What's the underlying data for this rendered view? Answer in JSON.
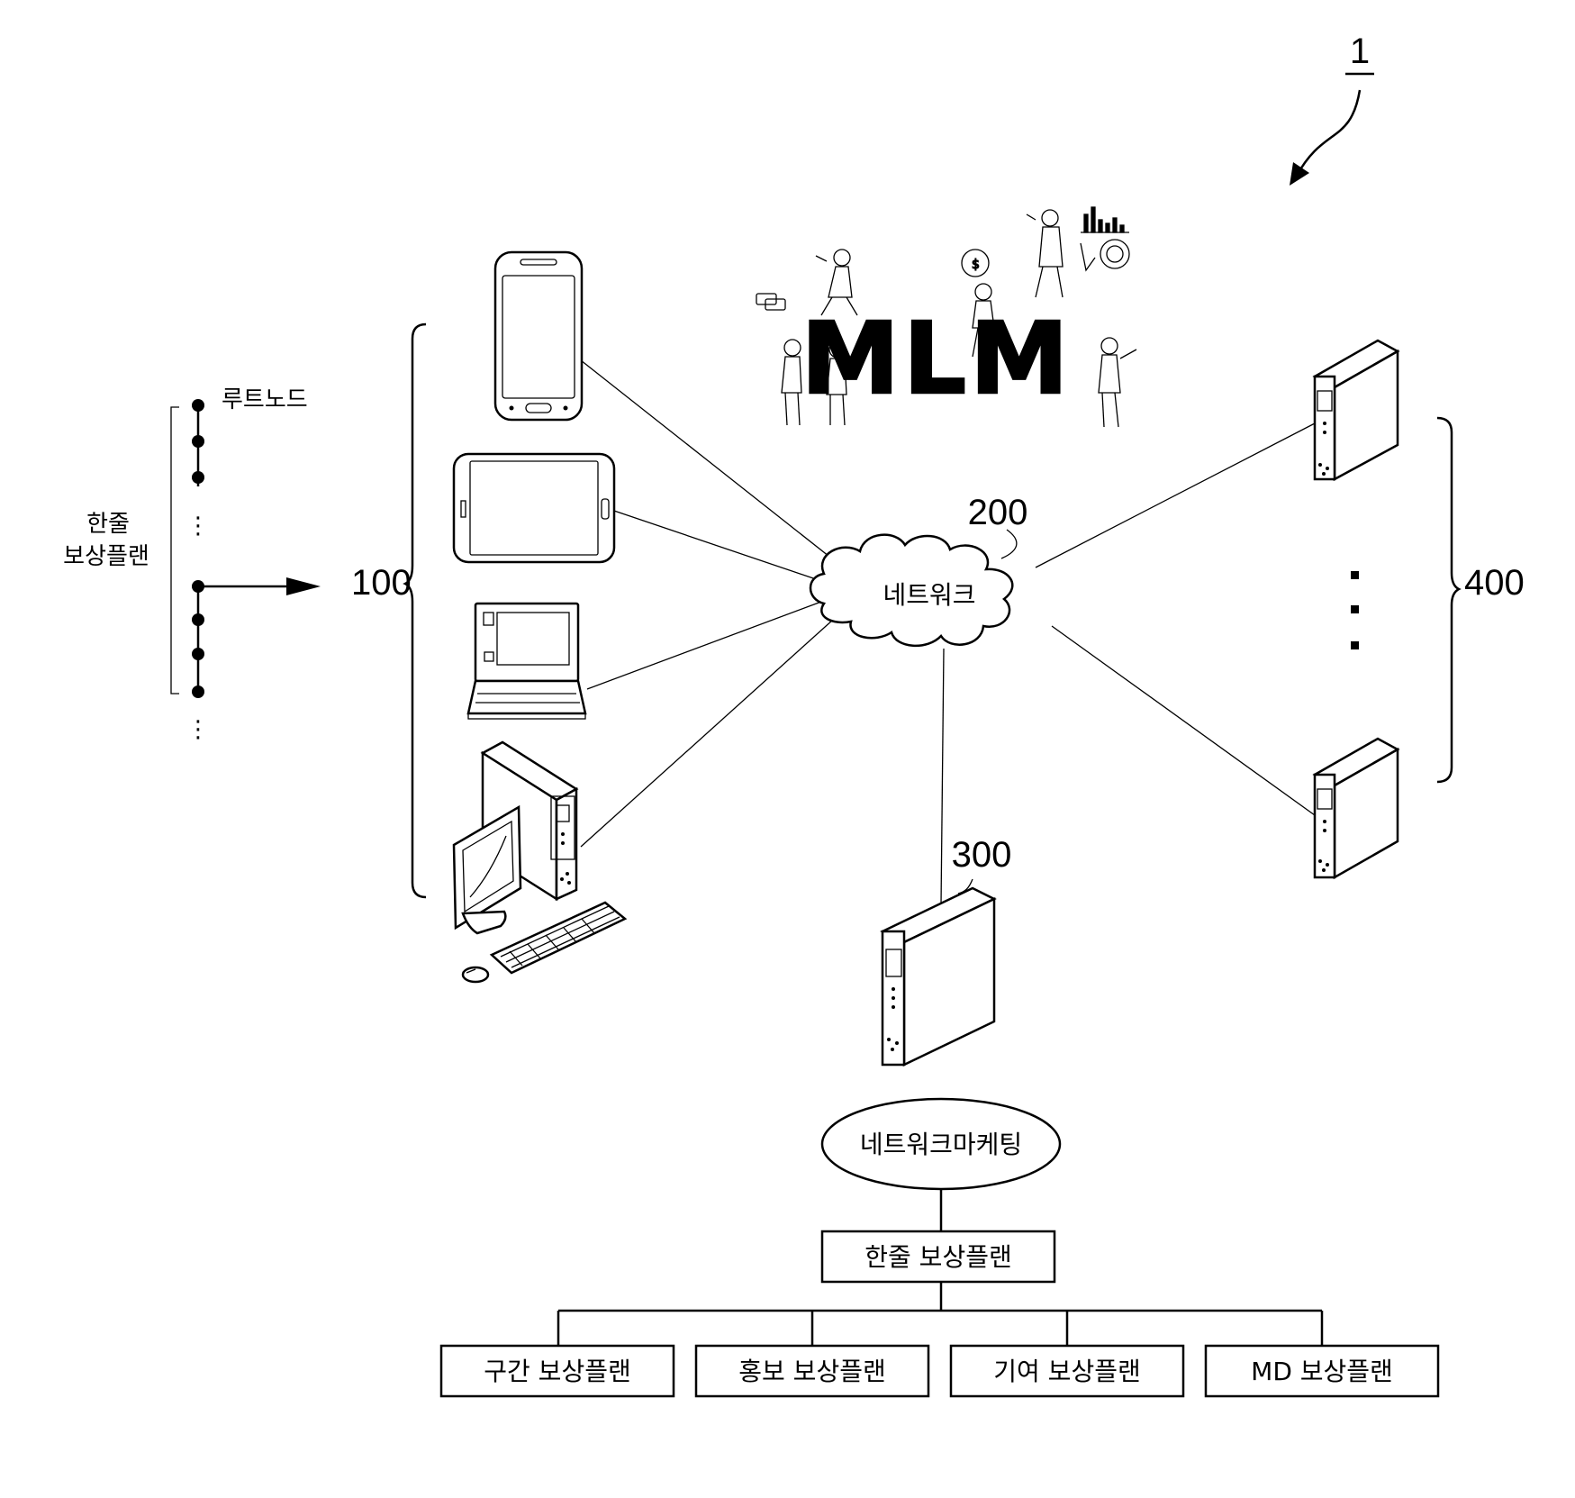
{
  "figure_label": "1",
  "left_chain": {
    "root_label": "루트노드",
    "plan_label_line1": "한줄",
    "plan_label_line2": "보상플랜",
    "dots_symbol": "⋮"
  },
  "reference_numbers": {
    "user_devices": "100",
    "network": "200",
    "server": "300",
    "external_servers": "400"
  },
  "mlm_logo": {
    "text": "MLM"
  },
  "network": {
    "label": "네트워크"
  },
  "hierarchy": {
    "root": "네트워크마케팅",
    "level1": "한줄 보상플랜",
    "level2": [
      "구간 보상플랜",
      "홍보 보상플랜",
      "기여 보상플랜",
      "MD 보상플랜"
    ]
  }
}
